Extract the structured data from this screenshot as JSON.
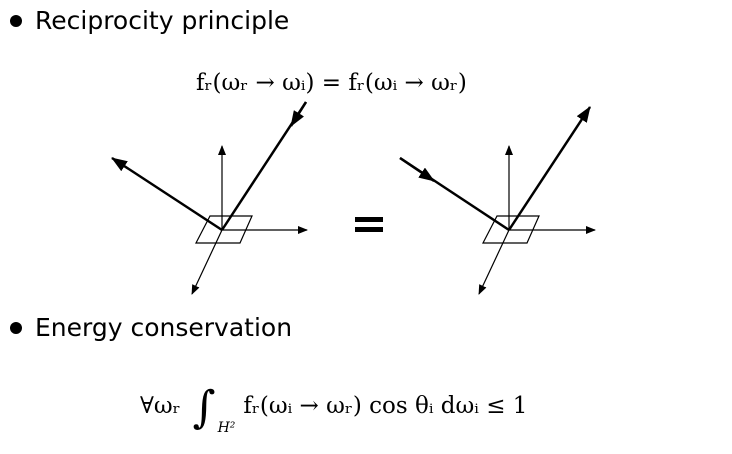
{
  "bullets": [
    {
      "label": "Reciprocity principle"
    },
    {
      "label": "Energy conservation"
    }
  ],
  "equations": {
    "reciprocity": "fᵣ(ωᵣ → ωᵢ) = fᵣ(ωᵢ → ωᵣ)",
    "energy": "∀ωᵣ ∫_{H²} fᵣ(ωᵢ → ωᵣ) cos θᵢ dωᵢ ≤ 1",
    "energy_parts": {
      "forall": "∀ωᵣ",
      "integral": "∫",
      "domain": "H²",
      "body": "fᵣ(ωᵢ → ωᵣ) cos θᵢ dωᵢ ≤ 1"
    }
  },
  "diagram": {
    "equals": "="
  }
}
